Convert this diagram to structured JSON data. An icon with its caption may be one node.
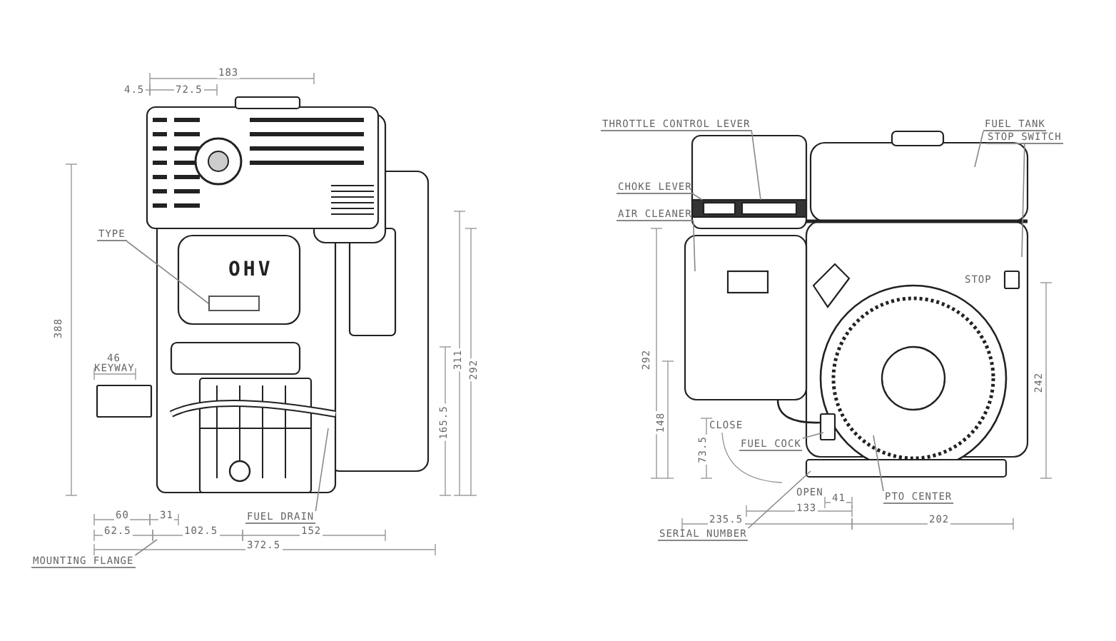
{
  "diagram": {
    "nodes": [
      {
        "text": [
          "TYPE"
        ]
      },
      {
        "text": [
          "FUEL DRAIN"
        ]
      },
      {
        "text": [
          "MOUNTING FLANGE"
        ]
      },
      {
        "text": [
          "THROTTLE CONTROL LEVER"
        ]
      },
      {
        "text": [
          "CHOKE LEVER"
        ]
      },
      {
        "text": [
          "AIR CLEANER"
        ]
      },
      {
        "text": [
          "FUEL TANK"
        ]
      },
      {
        "text": [
          "STOP SWITCH"
        ]
      },
      {
        "text": [
          "FUEL COCK"
        ]
      },
      {
        "text": [
          "PTO CENTER"
        ]
      },
      {
        "text": [
          "SERIAL NUMBER"
        ]
      },
      {
        "text": [],
        "shape": "box"
      }
    ],
    "edges": [
      {
        "from": 0,
        "to": 11,
        "arrow": "none"
      },
      {
        "from": 1,
        "to": null,
        "arrow": "none"
      },
      {
        "from": 2,
        "to": null,
        "arrow": "none"
      },
      {
        "from": 3,
        "to": null,
        "arrow": "none"
      },
      {
        "from": 4,
        "to": null,
        "arrow": "none"
      },
      {
        "from": 5,
        "to": null,
        "arrow": "none"
      },
      {
        "from": 6,
        "to": null,
        "arrow": "none"
      },
      {
        "from": 7,
        "to": null,
        "arrow": "none"
      },
      {
        "from": 8,
        "to": null,
        "arrow": "none"
      },
      {
        "from": 9,
        "to": null,
        "arrow": "none"
      },
      {
        "from": 10,
        "to": null,
        "arrow": "none"
      }
    ],
    "labels": [
      "183",
      "4.5",
      "72.5",
      "388",
      "46",
      "KEYWAY",
      "OHV",
      "311",
      "292",
      "165.5",
      "60",
      "31",
      "62.5",
      "102.5",
      "152",
      "372.5",
      "STOP",
      "292",
      "148",
      "73.5",
      "CLOSE",
      "OPEN",
      "41",
      "133",
      "235.5",
      "202",
      "242"
    ]
  }
}
